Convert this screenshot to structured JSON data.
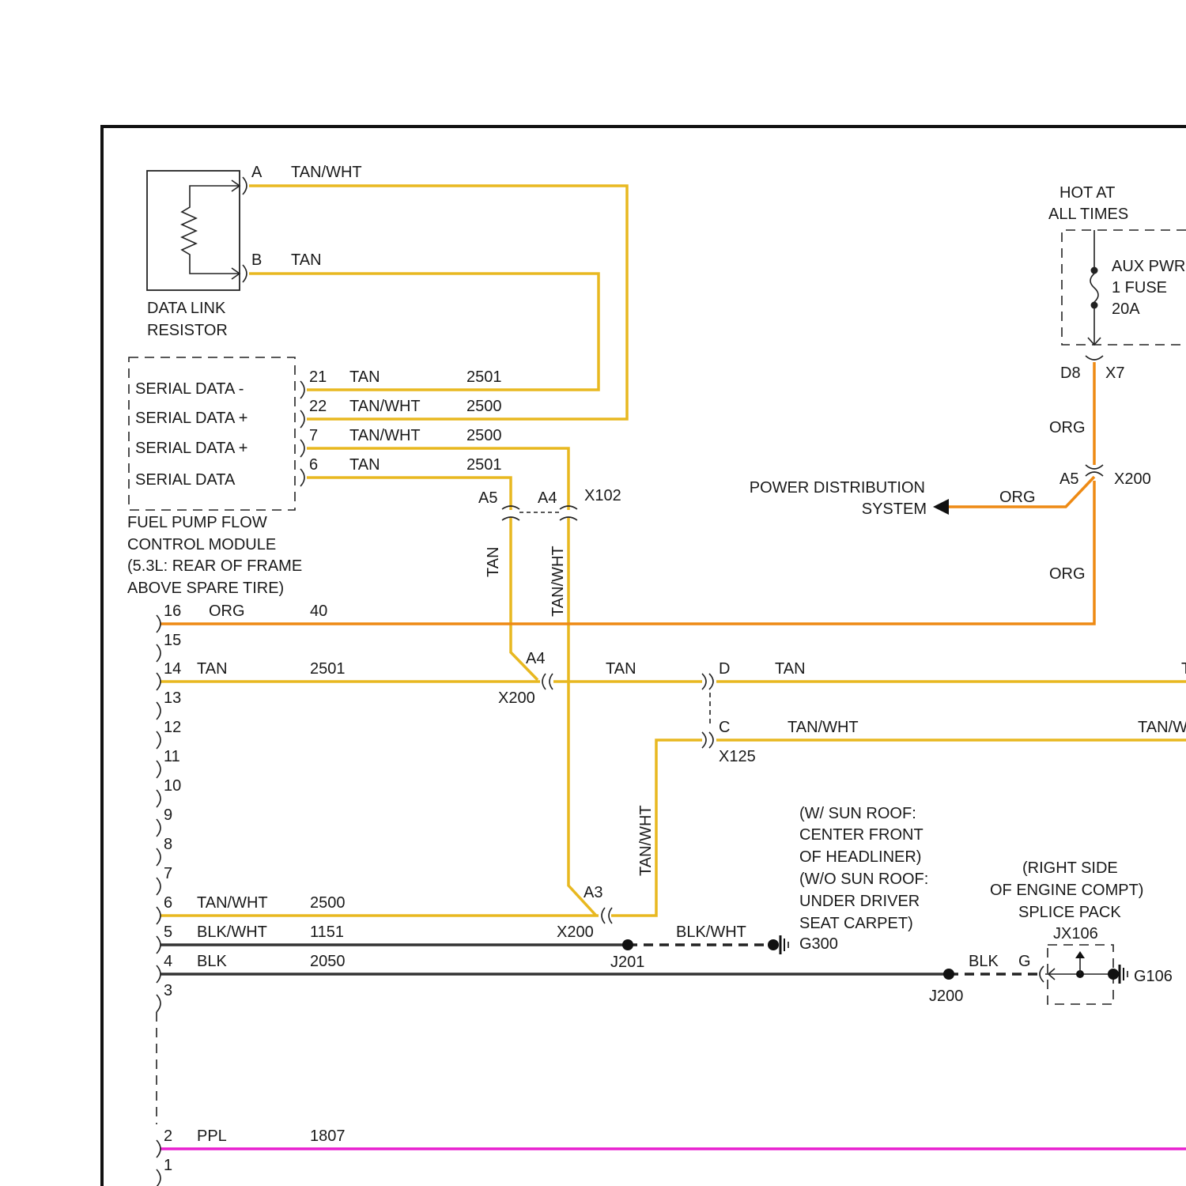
{
  "colors": {
    "tan": "#e8b820",
    "org": "#ee8a14",
    "ppl": "#e820d0",
    "blk": "#333333",
    "line": "#1a1a1a",
    "bg": "#ffffff"
  },
  "data_link_resistor": {
    "name": [
      "DATA LINK",
      "RESISTOR"
    ],
    "pins": [
      {
        "pin": "A",
        "color": "TAN/WHT"
      },
      {
        "pin": "B",
        "color": "TAN"
      }
    ]
  },
  "fuel_pump_module": {
    "name": [
      "FUEL PUMP FLOW",
      "CONTROL MODULE",
      "(5.3L: REAR OF FRAME",
      "ABOVE SPARE TIRE)"
    ],
    "pins": [
      {
        "label": "SERIAL DATA -",
        "pin": "21",
        "color": "TAN",
        "circuit": "2501"
      },
      {
        "label": "SERIAL DATA +",
        "pin": "22",
        "color": "TAN/WHT",
        "circuit": "2500"
      },
      {
        "label": "SERIAL DATA +",
        "pin": "7",
        "color": "TAN/WHT",
        "circuit": "2500"
      },
      {
        "label": "SERIAL DATA",
        "pin": "6",
        "color": "TAN",
        "circuit": "2501"
      }
    ]
  },
  "x102": {
    "name": "X102",
    "pins": [
      "A5",
      "A4"
    ],
    "vertical_labels": [
      "TAN",
      "TAN/WHT"
    ]
  },
  "fuse": {
    "header": [
      "HOT AT",
      "ALL TIMES"
    ],
    "name": [
      "AUX PWR",
      "1 FUSE",
      "20A"
    ],
    "pin": "D8",
    "connector": "X7",
    "wire_color": "ORG"
  },
  "power_distribution": {
    "name": [
      "POWER DISTRIBUTION",
      "SYSTEM"
    ],
    "wire_color": "ORG",
    "pin": "A5",
    "connector": "X200",
    "wire_color_below": "ORG"
  },
  "main_connector": {
    "pins": [
      {
        "pin": "16",
        "color": "ORG",
        "circuit": "40"
      },
      {
        "pin": "15",
        "color": "",
        "circuit": ""
      },
      {
        "pin": "14",
        "color": "TAN",
        "circuit": "2501"
      },
      {
        "pin": "13",
        "color": "",
        "circuit": ""
      },
      {
        "pin": "12",
        "color": "",
        "circuit": ""
      },
      {
        "pin": "11",
        "color": "",
        "circuit": ""
      },
      {
        "pin": "10",
        "color": "",
        "circuit": ""
      },
      {
        "pin": "9",
        "color": "",
        "circuit": ""
      },
      {
        "pin": "8",
        "color": "",
        "circuit": ""
      },
      {
        "pin": "7",
        "color": "",
        "circuit": ""
      },
      {
        "pin": "6",
        "color": "TAN/WHT",
        "circuit": "2500"
      },
      {
        "pin": "5",
        "color": "BLK/WHT",
        "circuit": "1151"
      },
      {
        "pin": "4",
        "color": "BLK",
        "circuit": "2050"
      },
      {
        "pin": "3",
        "color": "",
        "circuit": ""
      },
      {
        "pin": "2",
        "color": "PPL",
        "circuit": "1807"
      },
      {
        "pin": "1",
        "color": "",
        "circuit": ""
      }
    ]
  },
  "x200_row14": {
    "pin": "A4",
    "connector": "X200",
    "color_right": "TAN"
  },
  "x125": {
    "connector": "X125",
    "pin_d": "D",
    "pin_c": "C",
    "d_color": "TAN",
    "c_color": "TAN/WHT",
    "d_color_edge": "T",
    "c_color_edge": "TAN/W"
  },
  "x200_row6": {
    "pin": "A3",
    "connector": "X200",
    "vertical_label": "TAN/WHT"
  },
  "j201": {
    "name": "J201",
    "wire_color": "BLK/WHT",
    "ground": "G300"
  },
  "g300_location": [
    "(W/ SUN ROOF:",
    "CENTER FRONT",
    "OF HEADLINER)",
    "(W/O SUN ROOF:",
    "UNDER DRIVER",
    "SEAT CARPET)"
  ],
  "j200": {
    "name": "J200",
    "wire_color": "BLK",
    "pin": "G"
  },
  "splice_pack": {
    "location": [
      "(RIGHT SIDE",
      "OF ENGINE COMPT)",
      "SPLICE PACK"
    ],
    "name": "JX106",
    "ground": "G106"
  }
}
